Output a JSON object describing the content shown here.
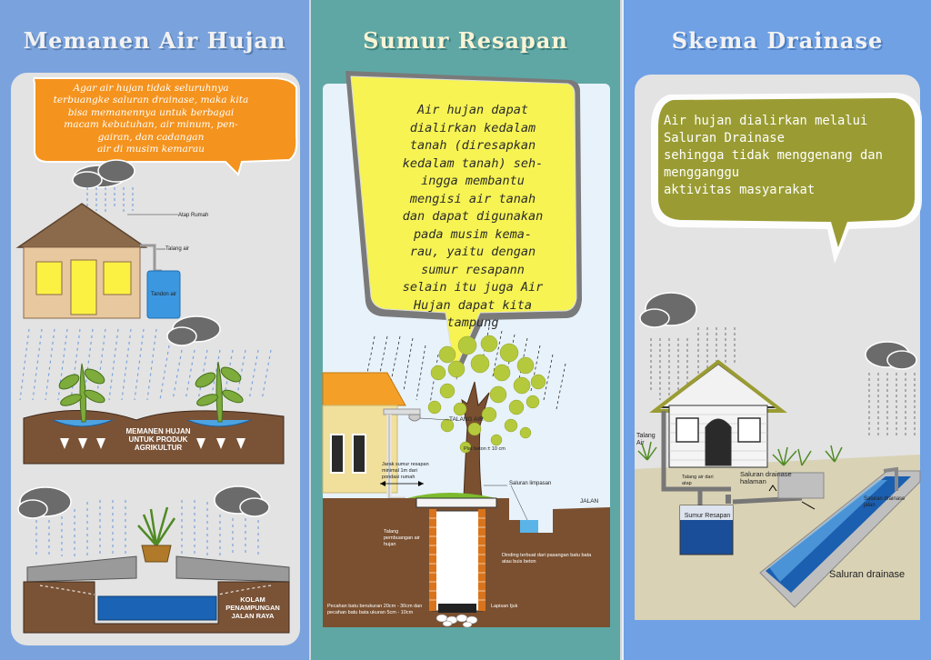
{
  "panels": {
    "harvest": {
      "title": "Memanen Air Hujan",
      "bubble": [
        "Agar air hujan tidak seluruhnya",
        "terbuangke saluran drainase, maka kita",
        "bisa memanennya untuk berbagai",
        "macam kebutuhan, air minum, pen-",
        "gairan, dan cadangan",
        "air di musim kemarau"
      ],
      "labels": {
        "roof": "Atap Rumah",
        "gutter": "Talang air",
        "tank": "Tandon air",
        "farm": [
          "MEMANEN HUJAN",
          "UNTUK PRODUK",
          "AGRIKULTUR"
        ],
        "pond": [
          "KOLAM",
          "PENAMPUNGAN",
          "JALAN RAYA"
        ]
      }
    },
    "well": {
      "title": "Sumur Resapan",
      "bubble": [
        "Air hujan dapat",
        "dialirkan kedalam",
        "tanah (diresapkan",
        "kedalam tanah) seh-",
        "ingga membantu",
        "mengisi air tanah",
        "dan dapat digunakan",
        "pada musim kema-",
        "rau, yaitu dengan",
        "sumur resapann",
        "selain itu juga Air",
        "Hujan dapat kita",
        "tampung"
      ],
      "labels": {
        "gutter": "TALANG AIR",
        "plate": "Plat beton ± 10 cm",
        "distance": "Jarak sumur resapan minimal 1m dari pondasi rumah",
        "overflow": "Saluran limpasan",
        "road": "JALAN",
        "pipe": "Talang pembuangan air hujan",
        "wall": "Dinding terbuat dari pasangan batu bata atau buis beton",
        "fiber": "Lapisan Ijuk",
        "gravel": "Pecahan batu berukuran 20cm - 30cm dan pecahan batu bata ukuran 5cm - 10cm"
      }
    },
    "drainage": {
      "title": "Skema Drainase",
      "bubble": [
        "Air hujan dialirkan melalui",
        "Saluran Drainase",
        "sehingga tidak menggenang dan",
        "mengganggu",
        "aktivitas masyarakat"
      ],
      "labels": {
        "roof_gutter": "Talang Air",
        "roof_gutter2": "Talang air dari atap",
        "yard_channel": "Saluran drainase halaman",
        "well": "Sumur Resapan",
        "road_channel": "Saluran drainase jalan",
        "main_channel": "Saluran drainase"
      }
    }
  }
}
